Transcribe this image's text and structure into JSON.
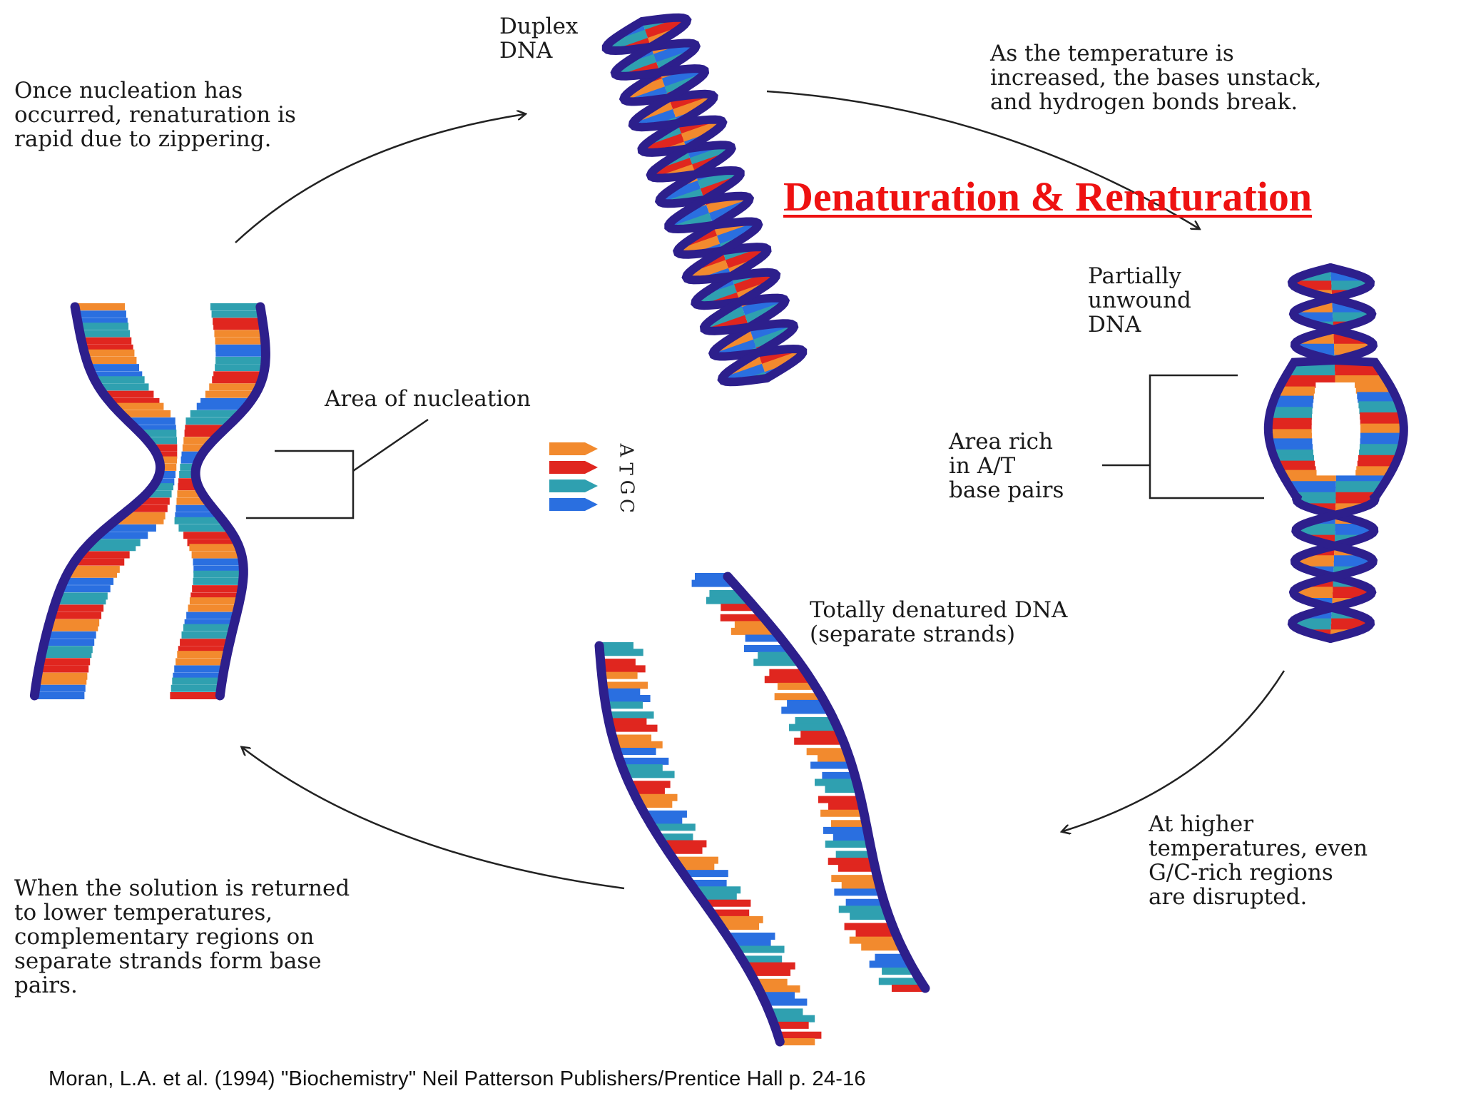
{
  "title": "Denaturation & Renaturation",
  "citation": "Moran, L.A. et al. (1994) \"Biochemistry\" Neil Patterson Publishers/Prentice Hall p. 24-16",
  "labels": {
    "duplex": [
      "Duplex",
      "DNA"
    ],
    "temperature_increase": [
      "As the temperature is",
      "increased, the bases unstack,",
      "and hydrogen bonds break."
    ],
    "nucleation_zipper": [
      "Once nucleation has",
      "occurred, renaturation is",
      "rapid due to zippering."
    ],
    "partially_unwound": [
      "Partially",
      "unwound",
      "DNA"
    ],
    "area_nucleation": "Area of nucleation",
    "area_rich": [
      "Area rich",
      "in A/T",
      "base pairs"
    ],
    "totally_denatured": [
      "Totally denatured DNA",
      "(separate strands)"
    ],
    "higher_temps": [
      "At higher",
      "temperatures, even",
      "G/C-rich regions",
      "are disrupted."
    ],
    "lower_temps": [
      "When the solution is returned",
      "to lower temperatures,",
      "complementary regions on",
      "separate strands form base",
      "pairs."
    ]
  },
  "legend": [
    {
      "letter": "A",
      "color": "#f28a2e",
      "icon": "adenine-base-icon"
    },
    {
      "letter": "T",
      "color": "#e0261f",
      "icon": "thymine-base-icon"
    },
    {
      "letter": "G",
      "color": "#2fa0b0",
      "icon": "guanine-base-icon"
    },
    {
      "letter": "C",
      "color": "#2a6fe0",
      "icon": "cytosine-base-icon"
    }
  ],
  "colors": {
    "backbone": "#2d1f8c",
    "title": "#ee1111",
    "arrow": "#222222"
  }
}
